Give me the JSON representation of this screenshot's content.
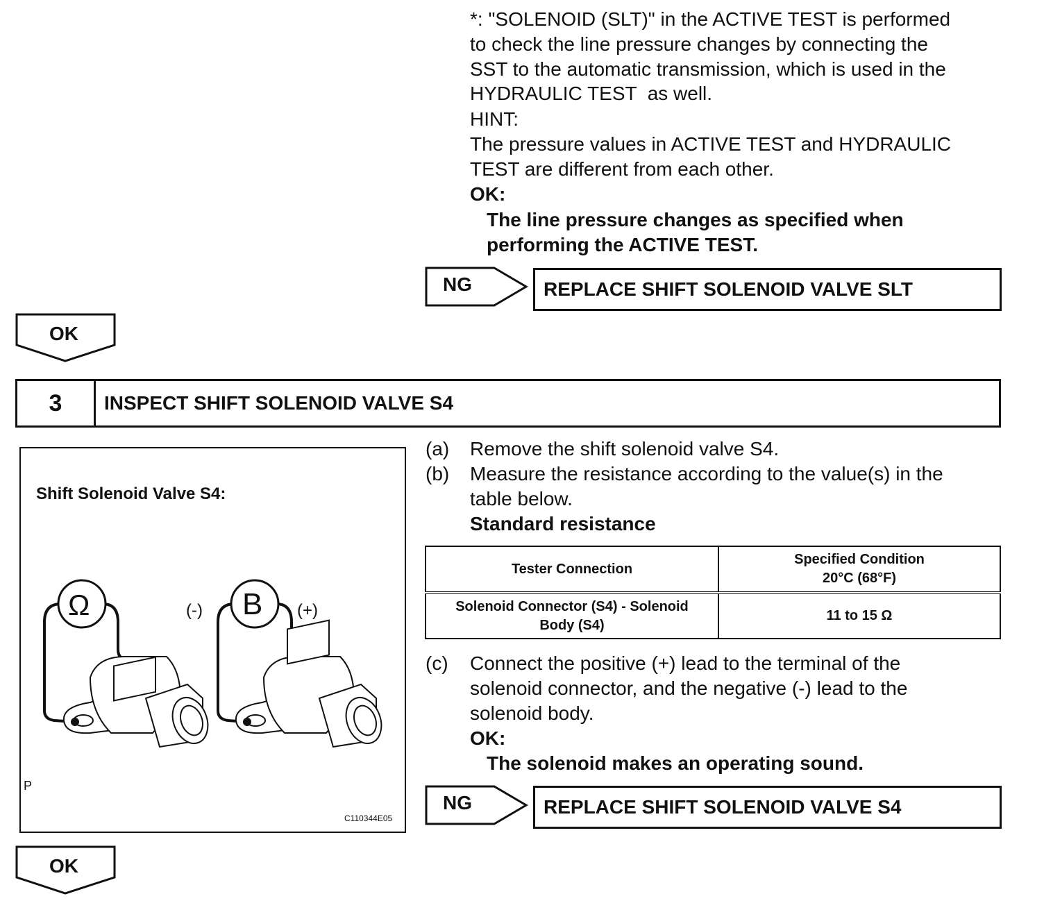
{
  "note": {
    "lines": [
      "*: \"SOLENOID (SLT)\" in the ACTIVE TEST is performed",
      "to check the line pressure changes by connecting the",
      "SST to the automatic transmission, which is used in the",
      "HYDRAULIC TEST  as well."
    ],
    "hint_label": "HINT:",
    "hint_lines": [
      "The pressure values in ACTIVE TEST and HYDRAULIC",
      "TEST are different from each other."
    ],
    "ok_label": "OK:",
    "ok_lines": [
      "The line pressure changes as specified when",
      "performing the ACTIVE TEST."
    ]
  },
  "ng1": {
    "tag": "NG",
    "action": "REPLACE SHIFT SOLENOID VALVE SLT"
  },
  "ok1": {
    "tag": "OK"
  },
  "step": {
    "number": "3",
    "title": "INSPECT SHIFT SOLENOID VALVE S4"
  },
  "figure": {
    "title": "Shift Solenoid Valve S4:",
    "ohm_symbol": "Ω",
    "battery_symbol": "B",
    "neg_label": "(-)",
    "pos_label": "(+)",
    "corner_mark": "P",
    "figure_id": "C110344E05"
  },
  "instructions": {
    "a_marker": "(a)",
    "a_text": "Remove the shift solenoid valve S4.",
    "b_marker": "(b)",
    "b_lines": [
      "Measure the resistance according to the value(s) in the",
      "table below."
    ],
    "std_label": "Standard resistance",
    "c_marker": "(c)",
    "c_lines": [
      "Connect the positive (+) lead to the terminal of the",
      "solenoid connector, and the negative (-) lead to the",
      "solenoid body."
    ],
    "ok_label": "OK:",
    "ok_text": "The solenoid makes an operating sound."
  },
  "table": {
    "headers": [
      "Tester Connection",
      "Specified Condition\n20°C (68°F)"
    ],
    "header_col2_line1": "Specified Condition",
    "header_col2_line2": "20°C (68°F)",
    "rows": [
      {
        "connection_line1": "Solenoid Connector (S4) - Solenoid",
        "connection_line2": "Body (S4)",
        "condition": "11 to 15 Ω"
      }
    ]
  },
  "ng2": {
    "tag": "NG",
    "action": "REPLACE SHIFT SOLENOID VALVE S4"
  },
  "ok2": {
    "tag": "OK"
  }
}
